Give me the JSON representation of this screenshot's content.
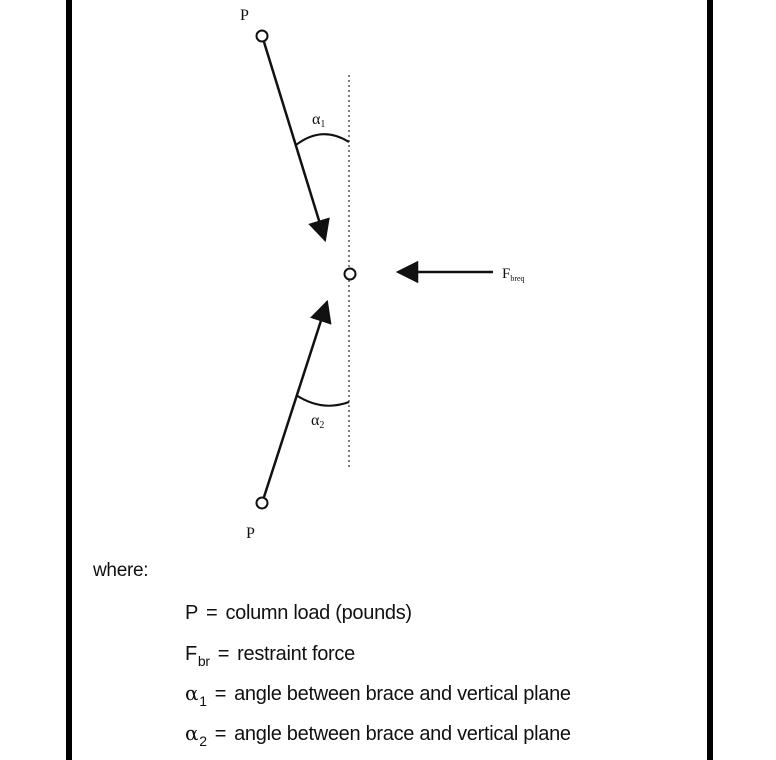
{
  "diagram": {
    "top_load_label": "P",
    "bottom_load_label": "P",
    "alpha1_label": "α",
    "alpha1_sub": "1",
    "alpha2_label": "α",
    "alpha2_sub": "2",
    "force_label": "F",
    "force_sub": "breq"
  },
  "legend": {
    "where_label": "where:",
    "definitions": [
      {
        "symbol": "P",
        "subscript": "",
        "equals": "=",
        "text": "column load (pounds)"
      },
      {
        "symbol": "F",
        "subscript": "br",
        "equals": "=",
        "text": "restraint force"
      },
      {
        "symbol": "α",
        "subscript": "1",
        "equals": "=",
        "text": "angle between brace and vertical plane"
      },
      {
        "symbol": "α",
        "subscript": "2",
        "equals": "=",
        "text": "angle between brace and vertical plane"
      }
    ]
  }
}
